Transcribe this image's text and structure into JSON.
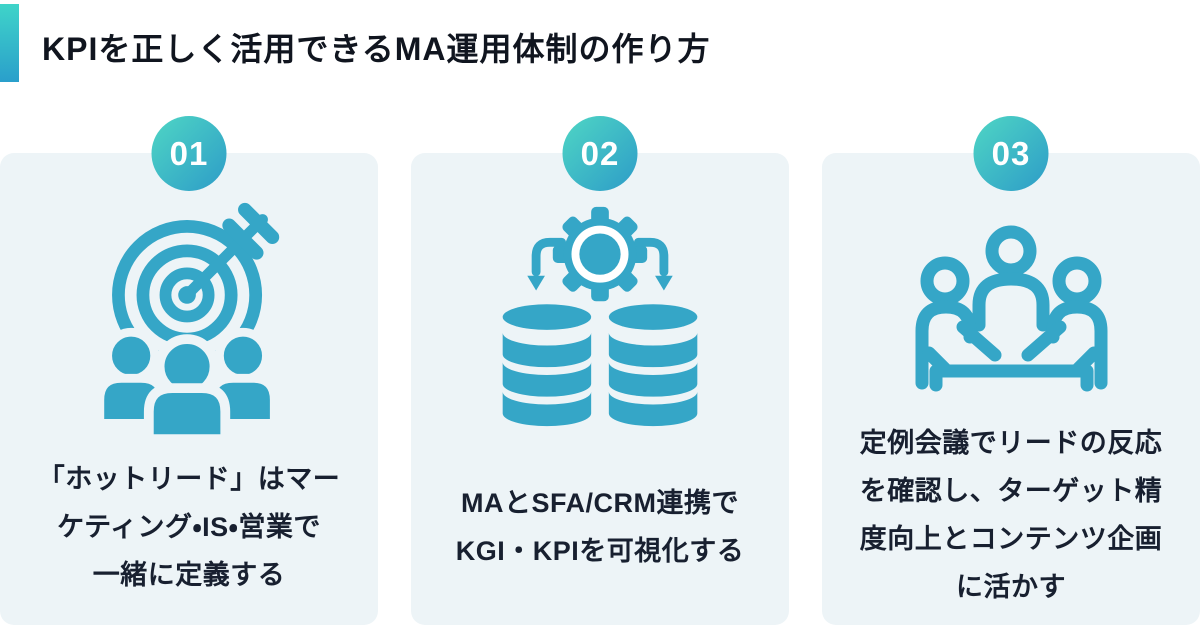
{
  "header": {
    "title": "KPIを正しく活用できるMA運用体制の作り方"
  },
  "cards": [
    {
      "number": "01",
      "icon": "target-arrow-people-icon",
      "text": "「ホットリード」はマー\nケティング・IS・営業で\n一緒に定義する"
    },
    {
      "number": "02",
      "icon": "gear-database-sync-icon",
      "text": "MAとSFA/CRM連携で\nKGI・KPIを可視化する"
    },
    {
      "number": "03",
      "icon": "meeting-discussion-icon",
      "text": "定例会議でリードの反応\nを確認し、ターゲット精\n度向上とコンテンツ企画\nに活かす"
    }
  ],
  "colors": {
    "icon_teal": "#35a6c7",
    "card_background": "#edf4f7",
    "badge_gradient_start": "#4fd6c4",
    "badge_gradient_end": "#2d9cc8",
    "accent_bar_top": "#3fd4c9",
    "accent_bar_bottom": "#2a9fcb",
    "title_text": "#10151f",
    "card_text": "#182030",
    "page_background": "#ffffff"
  }
}
